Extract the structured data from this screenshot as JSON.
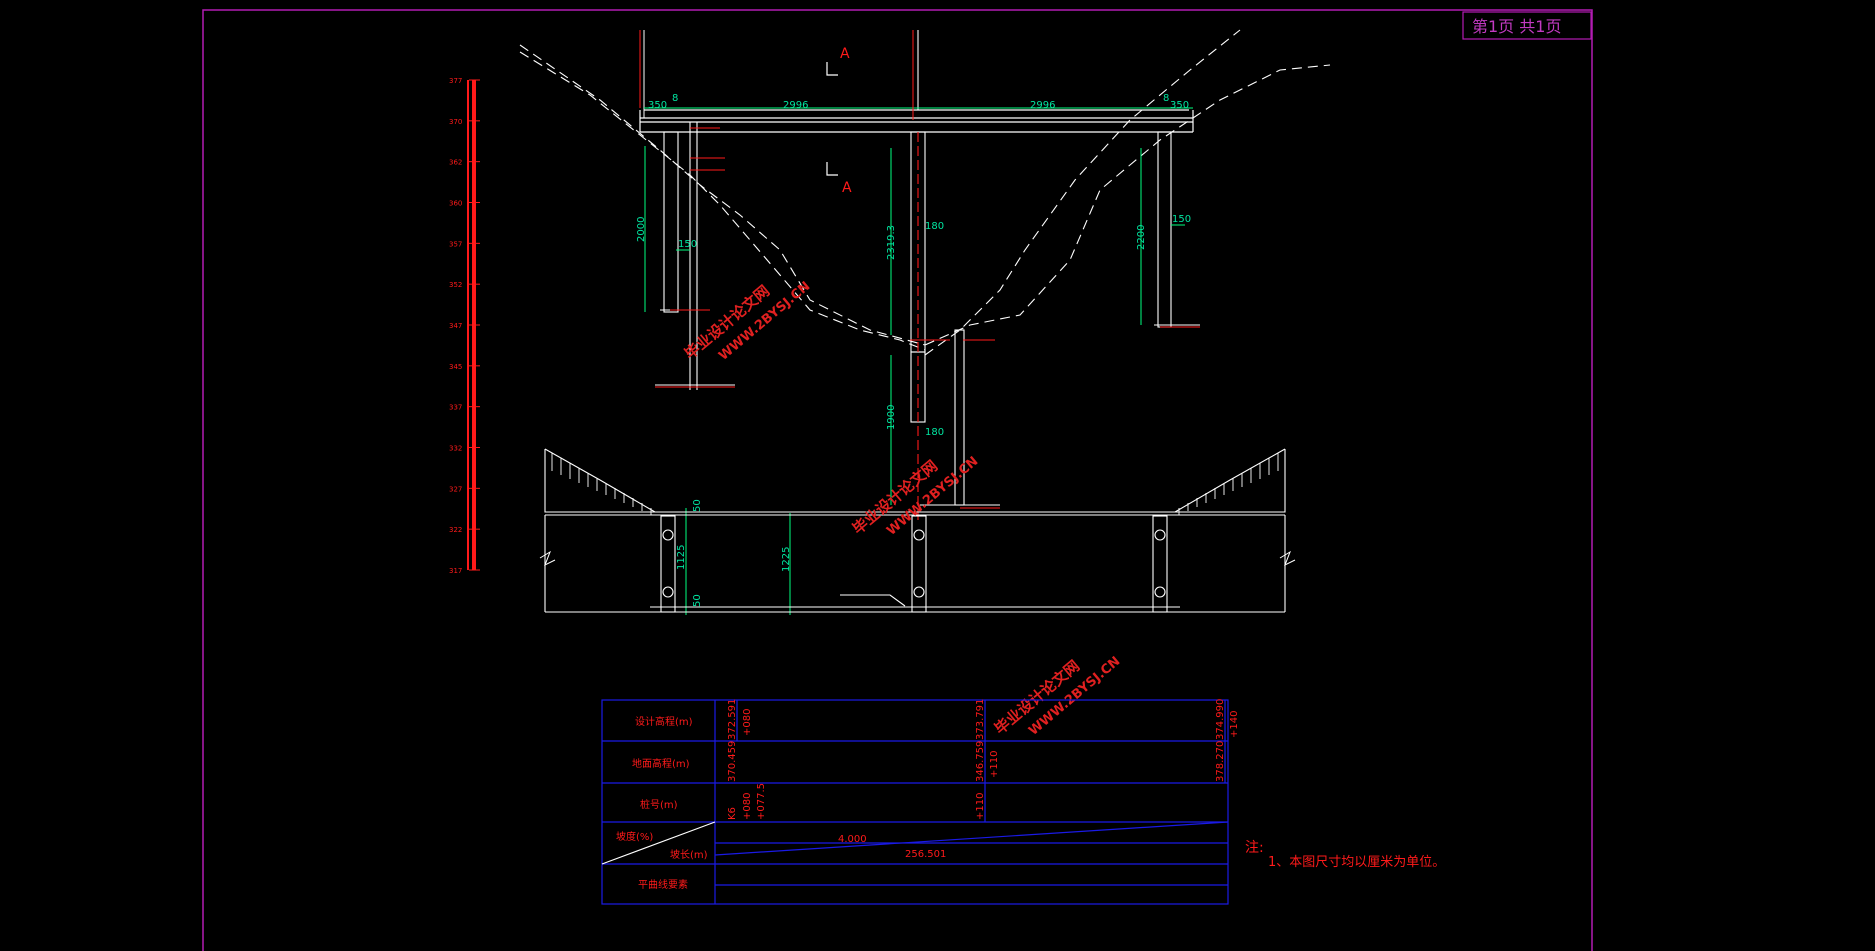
{
  "colors": {
    "frame": "#b31cb3",
    "line": "#ffffff",
    "dim": "#00ff7f",
    "dimText": "#00e5a0",
    "red": "#ff1a1a",
    "table": "#1a1ae6",
    "watermark": "#e02020"
  },
  "title_block": {
    "page": "第1页 共1页"
  },
  "section_mark": {
    "label": "A"
  },
  "dimensions": {
    "top_left_350": "350",
    "top_left_8": "8",
    "top_mid_left": "2996",
    "top_mid_right": "2996",
    "top_right_8": "8",
    "top_right_350": "350",
    "left_2000": "2000",
    "left_150": "150",
    "center_2319": "2319.3",
    "center_180_top": "180",
    "center_1900": "1900",
    "center_180_bottom": "180",
    "right_2200": "2200",
    "right_150": "150",
    "lower_50_top": "50",
    "lower_1125": "1125",
    "lower_1225": "1225",
    "lower_50_bottom": "50"
  },
  "scale_ticks": [
    "377",
    "370",
    "362",
    "360",
    "357",
    "352",
    "347",
    "345",
    "337",
    "332",
    "327",
    "322",
    "317"
  ],
  "watermark": {
    "text": "毕业设计论文网",
    "url": "WWW.2BYSJ.CN"
  },
  "table": {
    "rows": [
      {
        "label": "设计高程(m)"
      },
      {
        "label": "地面高程(m)"
      },
      {
        "label": "桩号(m)"
      },
      {
        "label_top": "坡度(%)",
        "label_bottom": "坡长(m)"
      },
      {
        "label": "平曲线要素"
      }
    ],
    "design_elev": [
      "372.591",
      "+080",
      "373.791",
      "374.990",
      "+140"
    ],
    "ground_elev": [
      "370.459",
      "346.759",
      "+110",
      "378.270"
    ],
    "station": [
      "K6",
      "+080",
      "+077.5",
      "+110"
    ],
    "slope_value": "4.000",
    "slope_length": "256.501"
  },
  "note": {
    "title": "注:",
    "line1": "1、本图尺寸均以厘米为单位。"
  }
}
